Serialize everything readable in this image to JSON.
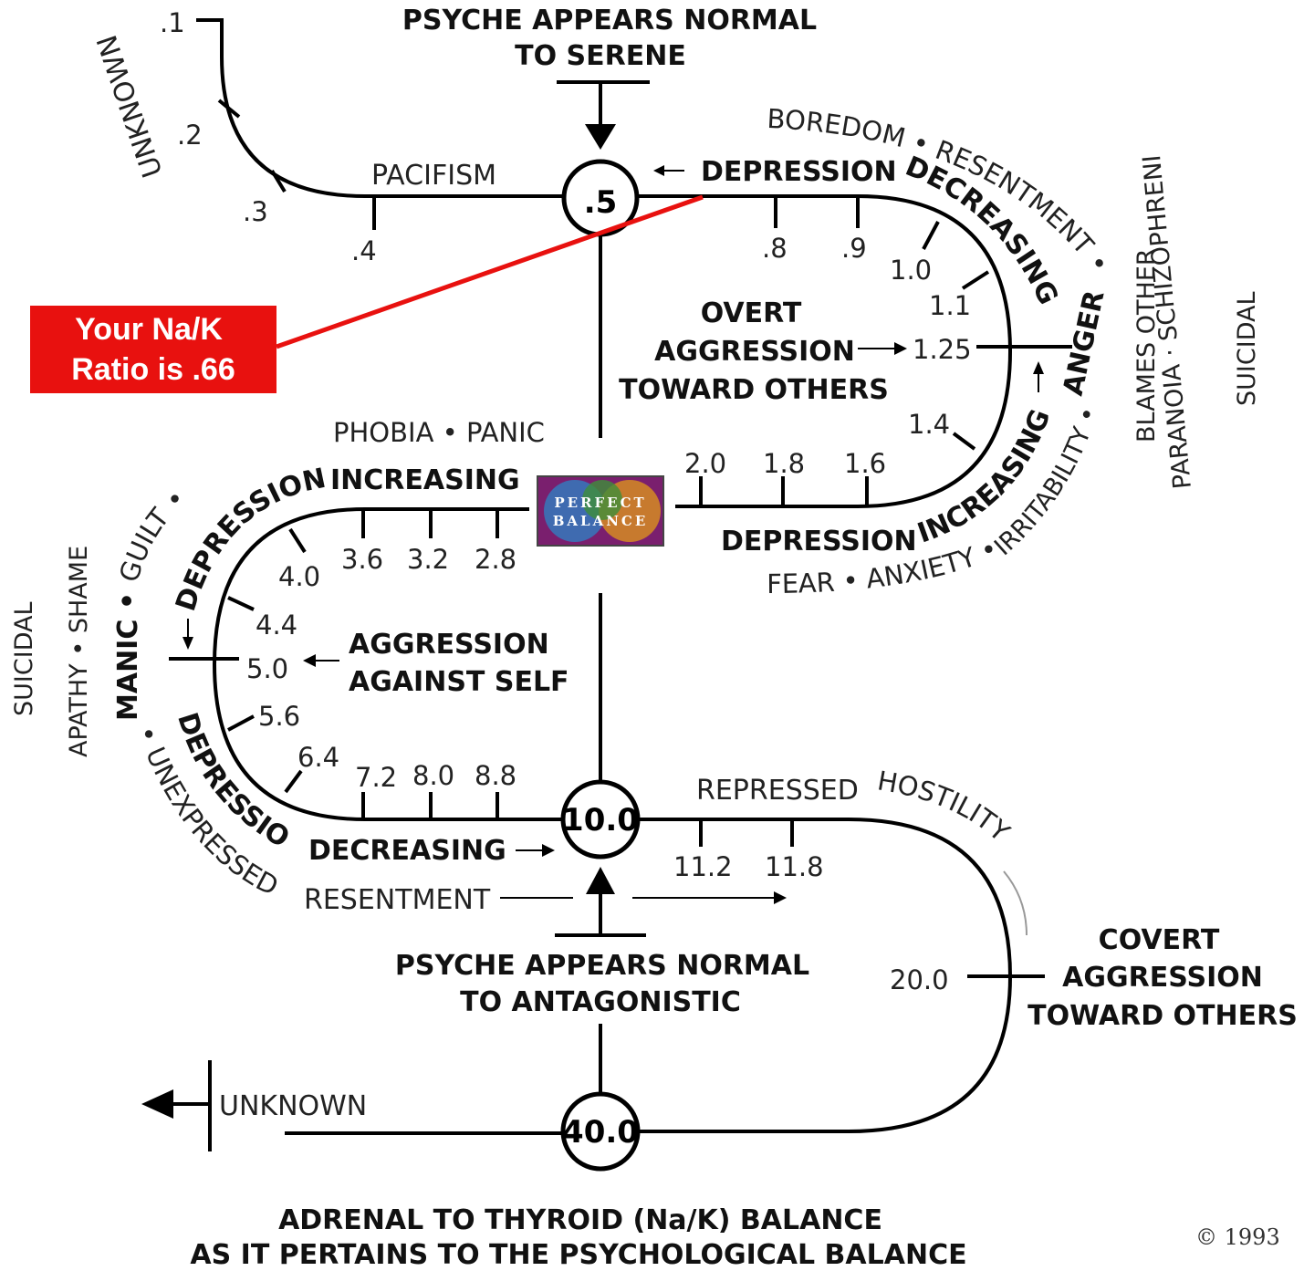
{
  "header": {
    "top_line1": "PSYCHE APPEARS NORMAL",
    "top_line2": "TO SERENE"
  },
  "nodes": {
    "n05": ".5",
    "n10": "10.0",
    "n40": "40.0"
  },
  "callout": {
    "line1": "Your Na/K",
    "line2": "Ratio is .66",
    "color": "#e8110f"
  },
  "badge": {
    "line1": "PERFECT",
    "line2": "BALANCE"
  },
  "scale": {
    "t01": ".1",
    "t02": ".2",
    "t03": ".3",
    "t04": ".4",
    "t08": ".8",
    "t09": ".9",
    "t10": "1.0",
    "t11": "1.1",
    "t125": "1.25",
    "t14": "1.4",
    "t16": "1.6",
    "t18": "1.8",
    "t20": "2.0",
    "t28": "2.8",
    "t32": "3.2",
    "t36": "3.6",
    "t40": "4.0",
    "t44": "4.4",
    "t50": "5.0",
    "t56": "5.6",
    "t64": "6.4",
    "t72": "7.2",
    "t80": "8.0",
    "t88": "8.8",
    "t112": "11.2",
    "t118": "11.8",
    "t200": "20.0"
  },
  "labels": {
    "unknown_top": "UNKNOWN",
    "pacifism": "PACIFISM",
    "depression_top": "DEPRESSION",
    "decreasing_right": "DECREASING",
    "boredom_resentment": "BOREDOM • RESENTMENT •",
    "anger": "ANGER •",
    "irritability": "IRRITABILITY •",
    "blames_others": "BLAMES OTHERS",
    "paranoia": "PARANOIA · SCHIZOPHRENIA",
    "suicidal_right": "SUICIDAL",
    "overt1": "OVERT",
    "overt2": "AGGRESSION",
    "overt3": "TOWARD OTHERS",
    "increasing_right": "INCREASING",
    "depression_mid": "DEPRESSION",
    "fear_anxiety": "FEAR • ANXIETY •",
    "phobia_panic": "PHOBIA • PANIC",
    "guilt": "GUILT •",
    "depression_left_up": "DEPRESSION",
    "increasing_left": "INCREASING",
    "manic": "MANIC •",
    "apathy_shame": "APATHY • SHAME",
    "suicidal_left": "SUICIDAL",
    "aggr_self1": "AGGRESSION",
    "aggr_self2": "AGAINST SELF",
    "depression_left_down": "DEPRESSION",
    "unexpressed": "• UNEXPRESSED",
    "decreasing_bottom": "DECREASING",
    "resentment": "RESENTMENT",
    "repressed": "REPRESSED",
    "hostility": "HOSTILITY",
    "covert1": "COVERT",
    "covert2": "AGGRESSION",
    "covert3": "TOWARD OTHERS",
    "antag1": "PSYCHE APPEARS NORMAL",
    "antag2": "TO ANTAGONISTIC",
    "unknown_bottom": "UNKNOWN"
  },
  "footer": {
    "line1": "ADRENAL TO THYROID (Na/K) BALANCE",
    "line2": "AS IT PERTAINS TO THE PSYCHOLOGICAL BALANCE",
    "copyright": "© 1993"
  }
}
